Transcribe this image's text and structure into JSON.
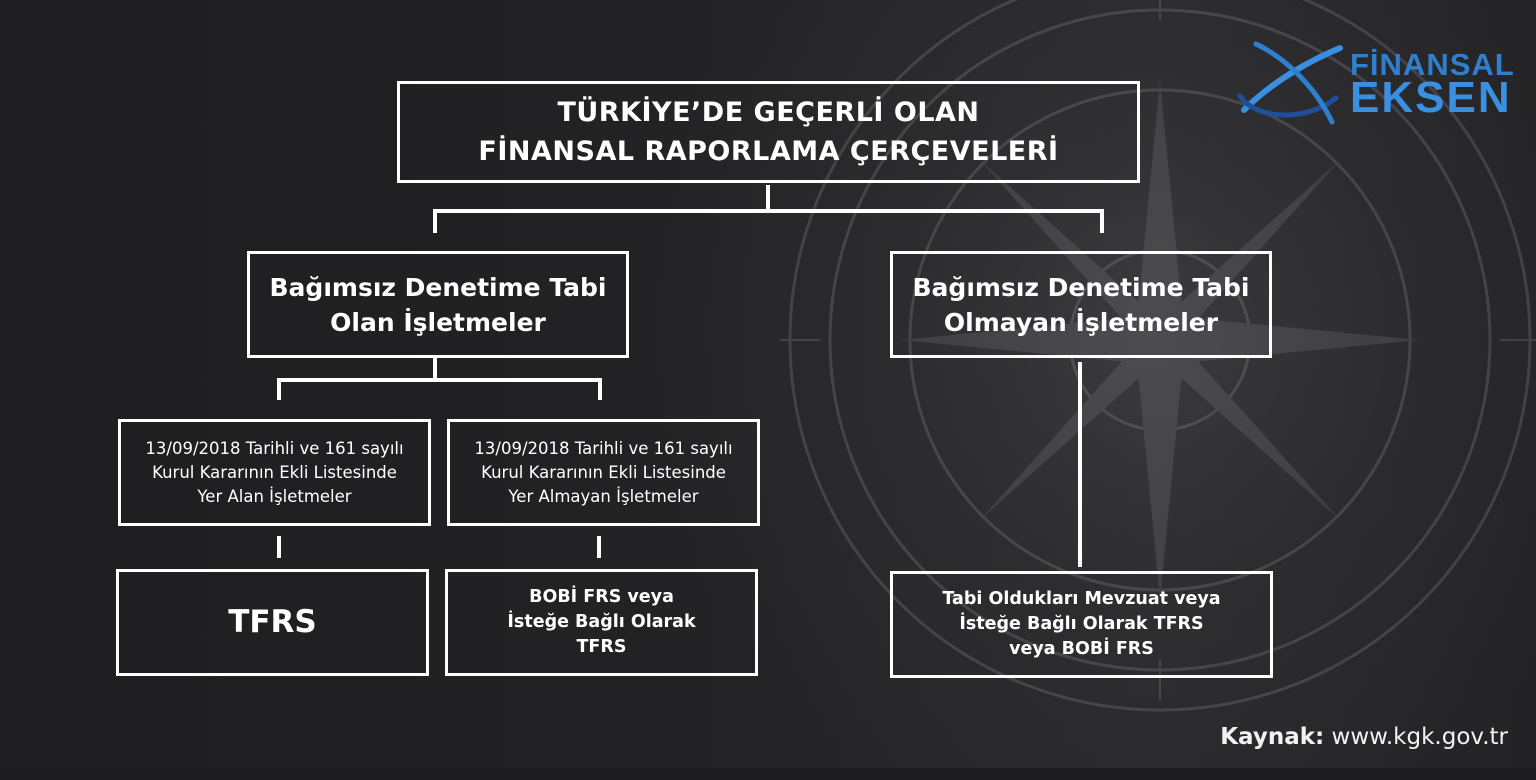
{
  "title": "TÜRKİYE’DE GEÇERLİ OLAN\nFİNANSAL RAPORLAMA ÇERÇEVELERİ",
  "left_branch": {
    "label": "Bağımsız Denetime Tabi\nOlan İşletmeler",
    "children": [
      {
        "label": "13/09/2018 Tarihli ve 161 sayılı\nKurul Kararının Ekli Listesinde\nYer Alan İşletmeler",
        "framework": "TFRS"
      },
      {
        "label": "13/09/2018 Tarihli ve 161 sayılı\nKurul Kararının Ekli Listesinde\nYer Almayan İşletmeler",
        "framework": "BOBİ FRS veya\nİsteğe Bağlı Olarak\nTFRS"
      }
    ]
  },
  "right_branch": {
    "label": "Bağımsız Denetime Tabi\nOlmayan İşletmeler",
    "framework": "Tabi Oldukları Mevzuat veya\nİsteğe Bağlı Olarak TFRS\nveya BOBİ FRS"
  },
  "logo": {
    "line1": "FİNANSAL",
    "line2": "EKSEN"
  },
  "source": {
    "label": "Kaynak:",
    "value": "www.kgk.gov.tr"
  },
  "colors": {
    "background": "#1c1c1e",
    "lines": "#ffffff",
    "logo_blue": "#3a90e0",
    "logo_dark": "#1f4f9a"
  }
}
